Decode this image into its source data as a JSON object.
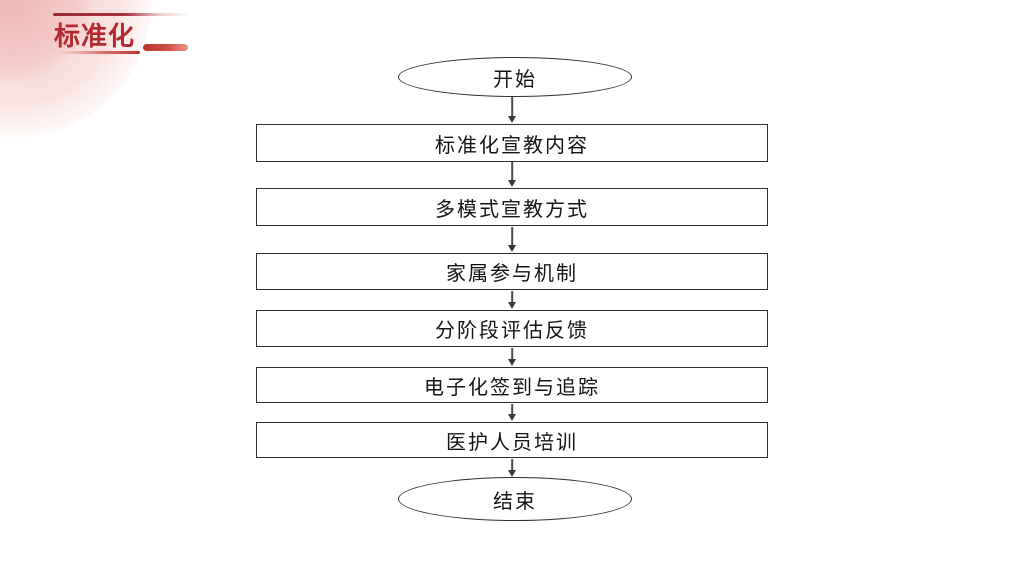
{
  "slide": {
    "title": "标准化",
    "background": "#FFFFFF",
    "accent": {
      "title_color": "#B2292F",
      "deco_dark_red": "#9A2C33",
      "deco_red": "#BB332F",
      "deco_pill_red": "#CE4F43",
      "corner_pink": "#F3CAC7"
    }
  },
  "flowchart": {
    "start_label": "开始",
    "steps": [
      {
        "label": "标准化宣教内容"
      },
      {
        "label": "多模式宣教方式"
      },
      {
        "label": "家属参与机制"
      },
      {
        "label": "分阶段评估反馈"
      },
      {
        "label": "电子化签到与追踪"
      },
      {
        "label": "医护人员培训"
      }
    ],
    "end_label": "结束",
    "shape_border_color": "#2F2F2F",
    "arrow_color": "#3F3F3F",
    "text_color": "#141414"
  }
}
